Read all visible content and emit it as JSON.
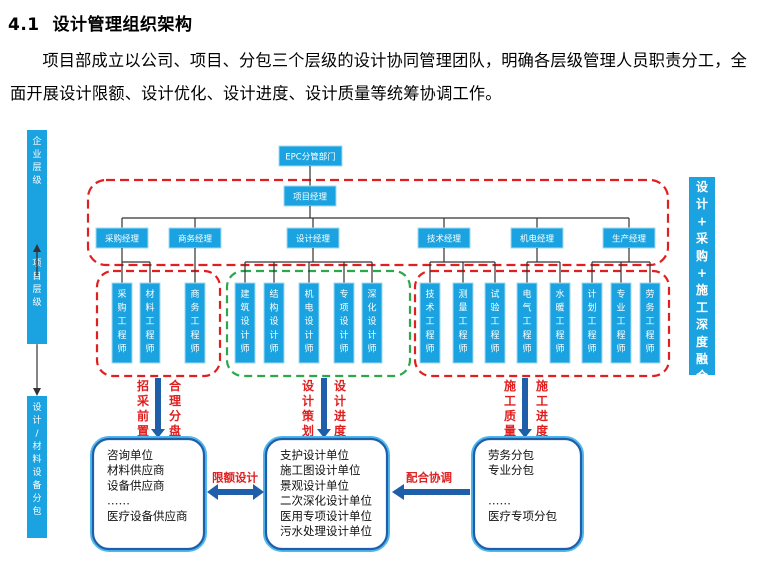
{
  "section": {
    "number": "4.1",
    "title": "设计管理组织架构"
  },
  "paragraph": "项目部成立以公司、项目、分包三个层级的设计协同管理团队，明确各层级管理人员职责分工，全面开展设计限额、设计优化、设计进度、设计质量等统筹协调工作。",
  "levels": [
    "企业层级",
    "项目层级",
    "设计/材料设备分包"
  ],
  "org": {
    "top": "EPC分管部门",
    "pm": "项目经理",
    "managers": [
      "采购经理",
      "商务经理",
      "设计经理",
      "技术经理",
      "机电经理",
      "生产经理"
    ],
    "engineers": [
      "采购工程师",
      "材料工程师",
      "商务工程师",
      "建筑设计师",
      "结构设计师",
      "机电设计师",
      "专项设计师",
      "深化设计师",
      "技术工程师",
      "测量工程师",
      "试验工程师",
      "电气工程师",
      "水暖工程师",
      "计划工程师",
      "专业工程师",
      "劳务工程师"
    ]
  },
  "right_banner": "设计+采购+施工深度融合",
  "arrow_labels": {
    "left_a": "招采前置",
    "left_b": "合理分盘",
    "mid_a": "设计策划",
    "mid_b": "设计进度",
    "right_a": "施工质量",
    "right_b": "施工进度"
  },
  "bottom": {
    "left": [
      "咨询单位",
      "材料供应商",
      "设备供应商",
      "……",
      "医疗设备供应商"
    ],
    "mid": [
      "支护设计单位",
      "施工图设计单位",
      "景观设计单位",
      "二次深化设计单位",
      "医用专项设计单位",
      "污水处理设计单位"
    ],
    "right": [
      "劳务分包",
      "专业分包",
      "",
      "……",
      "医疗专项分包"
    ]
  },
  "links": {
    "left": "限额设计",
    "right": "配合协调"
  },
  "colors": {
    "blue": "#1aa3e0",
    "dark_blue": "#1f5ea8",
    "red": "#e02020",
    "green": "#2aa84a"
  }
}
